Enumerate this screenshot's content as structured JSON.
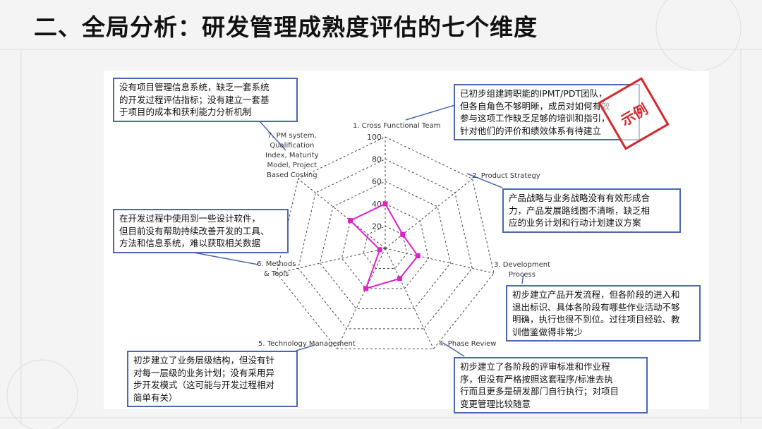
{
  "title": "二、全局分析：研发管理成熟度评估的七个维度",
  "stamp": "示例",
  "chart_data": {
    "type": "radar",
    "axes": [
      "1. Cross Functional Team",
      "2. Product Strategy",
      "3. Development Process",
      "4. Phase Review",
      "5. Technology Management",
      "6. Methods & Tools",
      "7. PM system, Qualification Index, Maturity Model, Project Based Costing"
    ],
    "axis_label_lines": [
      [
        "1. Cross Functional Team"
      ],
      [
        "2. Product Strategy"
      ],
      [
        "3. Development",
        "Process"
      ],
      [
        "4. Phase Review"
      ],
      [
        "5. Technology Management"
      ],
      [
        "6. Methods",
        "& Tools"
      ],
      [
        "7. PM system,",
        "Qualification",
        "Index, Maturity",
        "Model, Project",
        "Based Costing"
      ]
    ],
    "ticks": [
      20,
      40,
      60,
      80,
      100
    ],
    "tick_labels": [
      "20",
      "40",
      "60",
      "80",
      "100"
    ],
    "range": [
      0,
      100
    ],
    "series": [
      {
        "values": [
          40,
          20,
          30,
          30,
          40,
          5,
          40
        ],
        "color": "#e020c8"
      }
    ]
  },
  "notes": [
    {
      "lines": [
        "没有项目管理信息系统，缺乏一套系统",
        "的开发过程评估指标；没有建立一套基",
        "于项目的成本和获利能力分析机制"
      ]
    },
    {
      "lines": [
        "已初步组建跨职能的IPMT/PDT团队，",
        "但各自角色不够明晰，成员对如何有效",
        "参与这项工作缺乏足够的培训和指引，",
        "针对他们的评价和绩效体系有待建立"
      ]
    },
    {
      "lines": [
        "产品战略与业务战略没有有效形成合",
        "力，产品发展路线图不清晰，缺乏相",
        "应的业务计划和行动计划建议方案"
      ]
    },
    {
      "lines": [
        "初步建立产品开发流程，但各阶段的进入和",
        "退出标识、具体各阶段有哪些作业活动不够",
        "明确，执行也很不到位。过往项目经验、教",
        "训借鉴做得非常少"
      ]
    },
    {
      "lines": [
        "初步建立了各阶段的评审标准和作业程",
        "序，但没有严格按照这套程序/标准去执",
        "行而且更多是研发部门自行执行；对项目",
        "变更管理比较随意"
      ]
    },
    {
      "lines": [
        "初步建立了业务层级结构，但没有针",
        "对每一层级的业务计划；没有采用异",
        "步开发模式（这可能与开发过程相对",
        "简单有关）"
      ]
    },
    {
      "lines": [
        "在开发过程中使用到一些设计软件，",
        "但目前没有帮助持续改善开发的工具、",
        "方法和信息系统，难以获取相关数据"
      ]
    }
  ]
}
